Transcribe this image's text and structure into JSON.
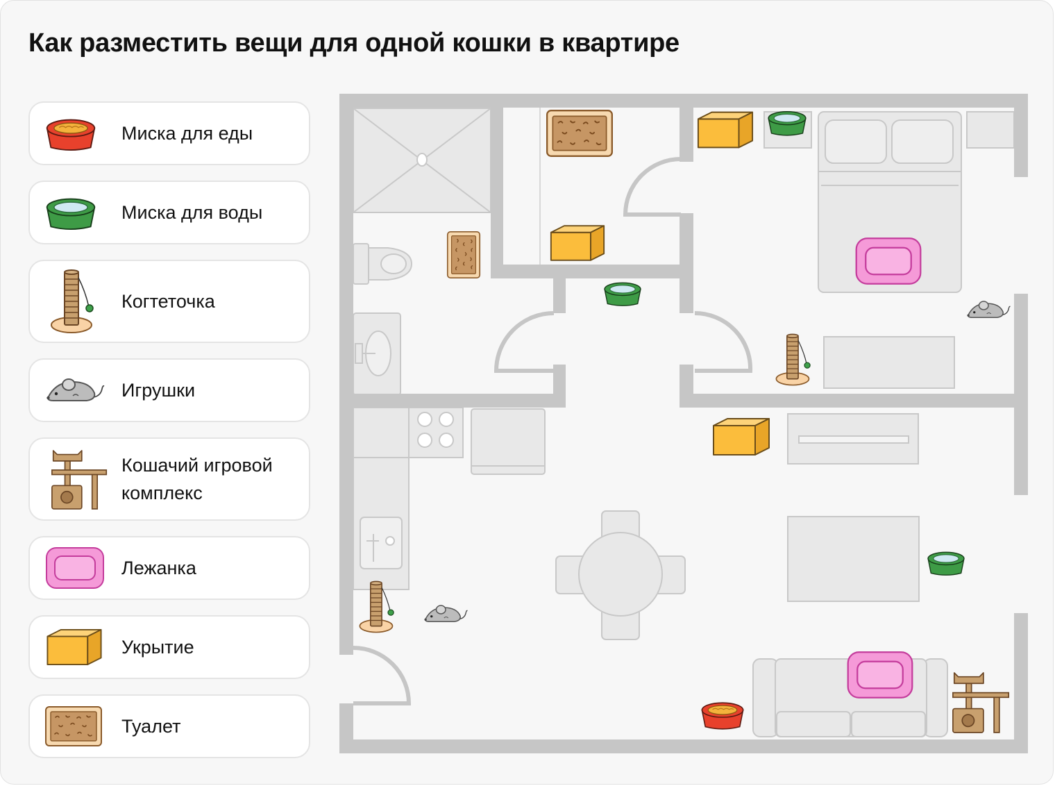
{
  "title": "Как разместить вещи для одной кошки в квартире",
  "legend": [
    {
      "icon": "food-bowl-icon",
      "label": "Миска для еды"
    },
    {
      "icon": "water-bowl-icon",
      "label": "Миска для воды"
    },
    {
      "icon": "scratching-post-icon",
      "label": "Когтеточка"
    },
    {
      "icon": "toy-mouse-icon",
      "label": "Игрушки"
    },
    {
      "icon": "cat-tree-icon",
      "label": "Кошачий игровой комплекс"
    },
    {
      "icon": "cat-bed-icon",
      "label": "Лежанка"
    },
    {
      "icon": "shelter-box-icon",
      "label": "Укрытие"
    },
    {
      "icon": "litter-box-icon",
      "label": "Туалет"
    }
  ],
  "colors": {
    "wall": "#c6c6c6",
    "furniture_fill": "#e8e8e8",
    "furniture_stroke": "#c8c8c8",
    "food_bowl": "#e8412c",
    "food": "#f4b23c",
    "water_bowl": "#3e9b46",
    "water": "#cfe9f2",
    "bed": "#f59ad8",
    "bed_stroke": "#c43c9c",
    "box": "#fbbd3c",
    "box_stroke": "#6a4d1a",
    "litter": "#c69664",
    "litter_rim": "#f7d9b0",
    "scratching_post": "#c8a06e",
    "scratching_base": "#f9d3a6",
    "mouse": "#bcbcbc"
  }
}
